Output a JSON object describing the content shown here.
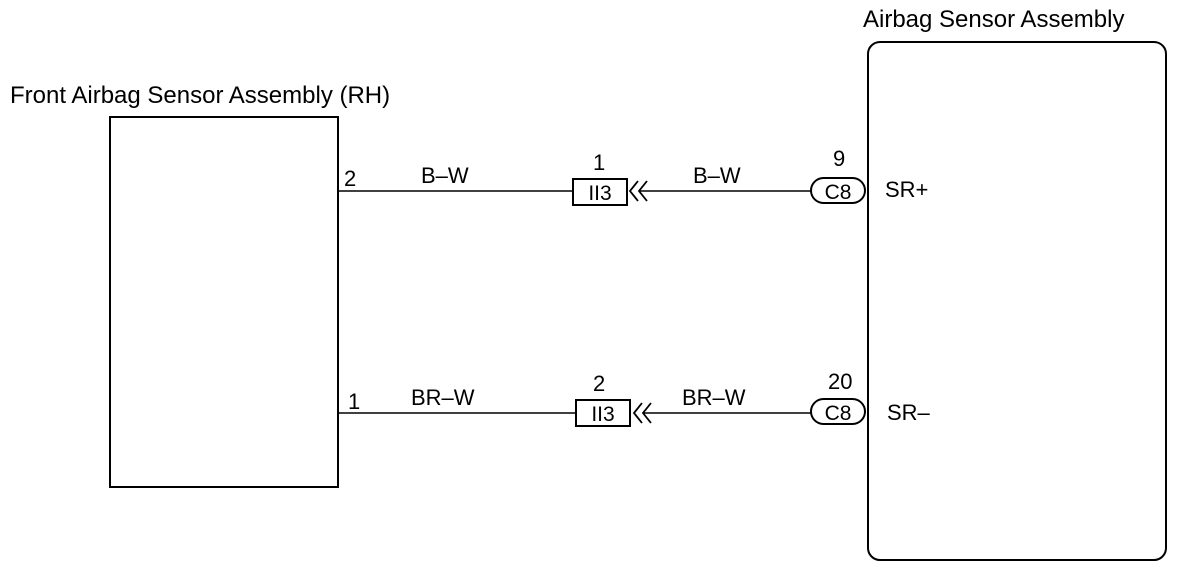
{
  "colors": {
    "line": "#000000",
    "background": "#ffffff"
  },
  "components": {
    "front_sensor": {
      "title": "Front Airbag Sensor Assembly (RH)"
    },
    "airbag_sensor": {
      "title": "Airbag Sensor Assembly"
    }
  },
  "circuits": [
    {
      "front_pin": "2",
      "wire_left": "B–W",
      "junction_pin": "1",
      "junction_label": "II3",
      "wire_right": "B–W",
      "ecu_pin": "9",
      "ecu_connector": "C8",
      "terminal": "SR+"
    },
    {
      "front_pin": "1",
      "wire_left": "BR–W",
      "junction_pin": "2",
      "junction_label": "II3",
      "wire_right": "BR–W",
      "ecu_pin": "20",
      "ecu_connector": "C8",
      "terminal": "SR–"
    }
  ]
}
